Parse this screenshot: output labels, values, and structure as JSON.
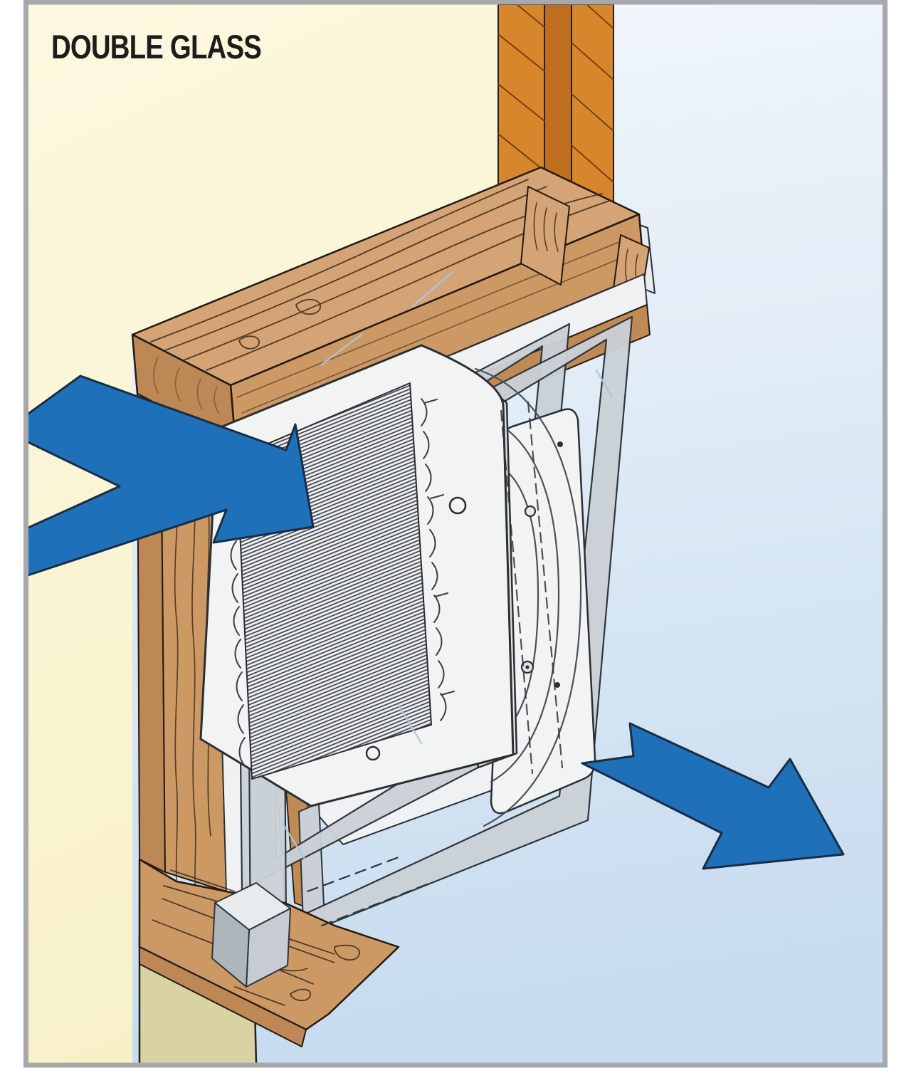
{
  "title": "DOUBLE GLASS",
  "diagram": {
    "type": "technical-cutaway-illustration",
    "subject": "Window ventilation fan mounted through a double-glass window; the two glass panes are tilted outward and the fan exhausts indoor air to the outside",
    "airflow": [
      {
        "id": "airflow-in-arrow",
        "meaning": "room air drawn into the fan grille",
        "direction": "from upper-left toward lower-right into the grille"
      },
      {
        "id": "airflow-out-arrow",
        "meaning": "exhaust air blown outdoors",
        "direction": "toward lower-right outside the window"
      }
    ],
    "components": [
      "interior wall (cream)",
      "exterior brick jamb",
      "wooden window frame: head beam, side jamb, sill",
      "fan housing with louvered intake grille",
      "round duct and outdoor mounting plate",
      "two tilted glass panes (double glazing) shown as grey frames",
      "exterior wall strip below sill",
      "sky"
    ]
  },
  "colors": {
    "cream": "#FBF6D9",
    "khaki": "#D9D3A3",
    "sky_top": "#F3F7FB",
    "sky_bottom": "#C7DCEF",
    "brick": "#D8862B",
    "brick_dark": "#BE6E1E",
    "wood_top": "#D4A476",
    "wood_front": "#CC9965",
    "wood_dark": "#BD8756",
    "wood_strip": "#C08A55",
    "glass": "#CAD0D5",
    "white_panel": "#F2F4F4",
    "outline": "#2B2F33",
    "arrow": "#1E71B8",
    "arrow_dark": "#1A2C44",
    "title_color": "#1D1D1B",
    "border": "#A7A9AC"
  }
}
